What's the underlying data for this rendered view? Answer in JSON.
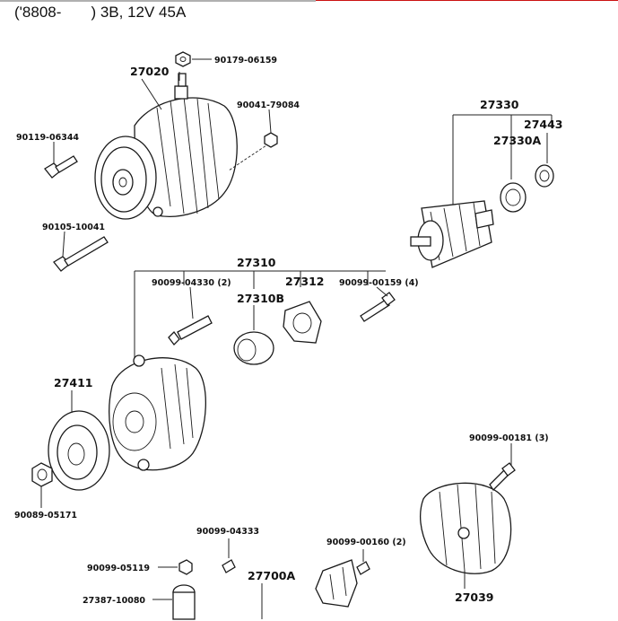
{
  "header": {
    "text": "('8808-       ) 3B, 12V 45A"
  },
  "colors": {
    "accent_line_top": "#b0b0b0",
    "accent_line_red": "#cc1111",
    "ink": "#111111"
  },
  "labels": {
    "p27020": "27020",
    "p90179_06159": "90179-06159",
    "p90041_79084": "90041-79084",
    "p90119_06344": "90119-06344",
    "p90105_10041": "90105-10041",
    "p27330": "27330",
    "p27443": "27443",
    "p27330A": "27330A",
    "p27310": "27310",
    "p90099_04330": "90099-04330 (2)",
    "p27310B": "27310B",
    "p27312": "27312",
    "p90099_00159": "90099-00159 (4)",
    "p27411": "27411",
    "p90099_00181": "90099-00181 (3)",
    "p90089_05171": "90089-05171",
    "p90099_04333": "90099-04333",
    "p90099_00160": "90099-00160 (2)",
    "p90099_05119": "90099-05119",
    "p27700A": "27700A",
    "p27387_10080": "27387-10080",
    "p27039": "27039"
  }
}
